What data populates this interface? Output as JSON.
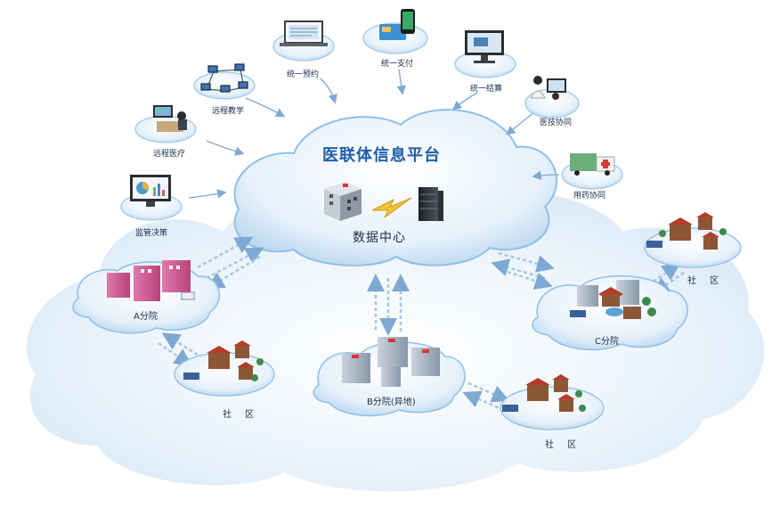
{
  "platform_title": "医联体信息平台",
  "data_center": "数据中心",
  "services": [
    {
      "label": "统一预约"
    },
    {
      "label": "统一支付"
    },
    {
      "label": "统一结算"
    },
    {
      "label": "医技协同"
    },
    {
      "label": "用药协同"
    },
    {
      "label": "远程教学"
    },
    {
      "label": "远程医疗"
    },
    {
      "label": "监管决策"
    }
  ],
  "branches": {
    "a": "A分院",
    "b": "B分院(异地)",
    "c": "C分院"
  },
  "community_label": "社 区",
  "colors": {
    "cloud_edge": "#9cc8ea",
    "cloud_fill": "#e8f3fc",
    "title_blue": "#1f5fa8",
    "arrow": "#a9c6e4",
    "building_pink": "#d9659b",
    "building_brown": "#8d5637",
    "roof_red": "#b63b2b"
  },
  "icons": [
    "laptop-icon",
    "mobile-payment-icon",
    "monitor-icon",
    "doctor-icon",
    "ambulance-truck-icon",
    "network-icon",
    "video-conference-icon",
    "chart-monitor-icon",
    "hospital-building-icon",
    "server-icon",
    "lightning-icon",
    "house-icon",
    "tree-icon"
  ]
}
